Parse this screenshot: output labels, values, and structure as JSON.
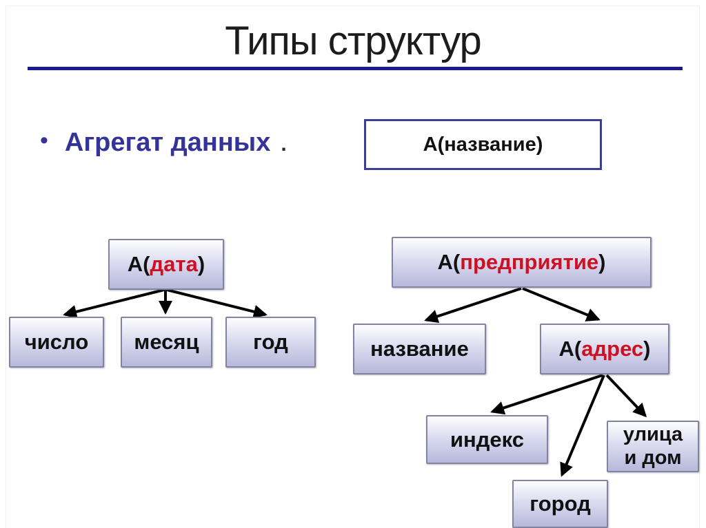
{
  "slide": {
    "title": "Типы структур",
    "bullet": {
      "marker": "•",
      "label": "Агрегат данных",
      "period": "."
    }
  },
  "colors": {
    "title_underline": "#1a1a8c",
    "bullet_text": "#333399",
    "red_highlight": "#cc1122",
    "node_fill_top": "#fdfdff",
    "node_fill_bottom": "#b7b8db",
    "node_border": "#83839f",
    "plain_box_border": "#3d3d94",
    "arrow": "#000000"
  },
  "diagram": {
    "nodes": {
      "nazvanie_top": {
        "label": "А(название)"
      },
      "data": {
        "prefix": "А(",
        "name": "дата",
        "suffix": ")"
      },
      "chislo": {
        "label": "число"
      },
      "mesyac": {
        "label": "месяц"
      },
      "god": {
        "label": "год"
      },
      "predpriyatie": {
        "prefix": "А(",
        "name": "предприятие",
        "suffix": ")"
      },
      "nazvanie": {
        "label": "название"
      },
      "adres": {
        "prefix": "А(",
        "name": "адрес",
        "suffix": ")"
      },
      "indeks": {
        "label": "индекс"
      },
      "ulitsa_i_dom": {
        "line1": "улица",
        "line2": "и дом"
      },
      "gorod": {
        "label": "город"
      }
    },
    "edges": [
      {
        "from": "data",
        "to": "chislo"
      },
      {
        "from": "data",
        "to": "mesyac"
      },
      {
        "from": "data",
        "to": "god"
      },
      {
        "from": "predpriyatie",
        "to": "nazvanie"
      },
      {
        "from": "predpriyatie",
        "to": "adres"
      },
      {
        "from": "adres",
        "to": "indeks"
      },
      {
        "from": "adres",
        "to": "gorod"
      },
      {
        "from": "adres",
        "to": "ulitsa_i_dom"
      }
    ]
  }
}
